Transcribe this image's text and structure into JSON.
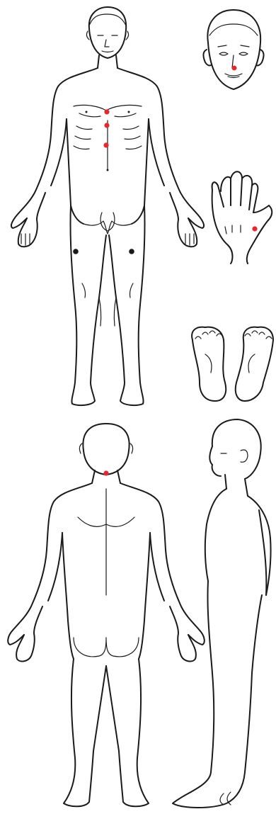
{
  "colors": {
    "line": "#1a1a1a",
    "point_red": "#e8262b",
    "point_black": "#1a1a1a",
    "background": "#ffffff"
  },
  "figures": [
    {
      "id": "body-front",
      "points": [
        {
          "region": "sternum-upper",
          "color": "red"
        },
        {
          "region": "sternum-middle",
          "color": "red"
        },
        {
          "region": "upper-abdomen",
          "color": "red"
        },
        {
          "region": "right-thigh",
          "color": "black"
        },
        {
          "region": "left-thigh",
          "color": "black"
        }
      ]
    },
    {
      "id": "face-front",
      "points": [
        {
          "region": "below-nose",
          "color": "red"
        }
      ]
    },
    {
      "id": "hand-back",
      "points": [
        {
          "region": "between-thumb-index",
          "color": "red"
        }
      ]
    },
    {
      "id": "feet-soles",
      "points": []
    },
    {
      "id": "body-back",
      "points": [
        {
          "region": "back-of-neck",
          "color": "red"
        }
      ]
    },
    {
      "id": "body-side",
      "points": []
    }
  ]
}
